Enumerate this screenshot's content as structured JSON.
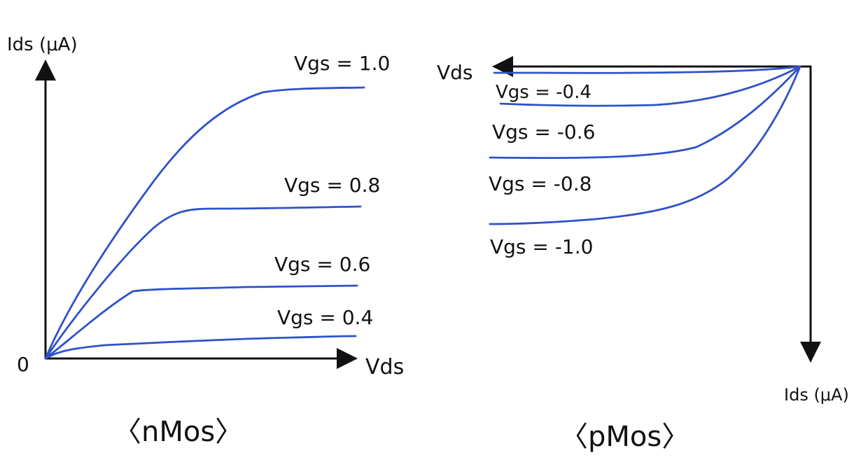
{
  "chart_data": [
    {
      "type": "line",
      "title": "〈nMos〉",
      "xlabel": "Vds",
      "ylabel": "Ids (μA)",
      "origin_label": "0",
      "grid": false,
      "series_color": "#2f52c9",
      "series": [
        {
          "name": "Vgs = 1.0",
          "x": [
            0,
            0.1,
            0.2,
            0.3,
            0.4,
            0.5,
            0.6,
            0.7,
            0.8,
            0.9,
            1.0
          ],
          "values": [
            0,
            0.22,
            0.43,
            0.62,
            0.78,
            0.9,
            0.93,
            0.93,
            0.93,
            0.93,
            0.93
          ]
        },
        {
          "name": "Vgs = 0.8",
          "x": [
            0,
            0.1,
            0.2,
            0.3,
            0.4,
            0.5,
            0.6,
            0.7,
            0.8,
            0.9,
            1.0
          ],
          "values": [
            0,
            0.18,
            0.34,
            0.46,
            0.51,
            0.52,
            0.52,
            0.52,
            0.52,
            0.52,
            0.52
          ]
        },
        {
          "name": "Vgs = 0.6",
          "x": [
            0,
            0.1,
            0.2,
            0.3,
            0.4,
            0.5,
            0.6,
            0.7,
            0.8,
            0.9,
            1.0
          ],
          "values": [
            0,
            0.1,
            0.19,
            0.24,
            0.25,
            0.25,
            0.26,
            0.26,
            0.26,
            0.26,
            0.26
          ]
        },
        {
          "name": "Vgs = 0.4",
          "x": [
            0,
            0.1,
            0.2,
            0.3,
            0.4,
            0.5,
            0.6,
            0.7,
            0.8,
            0.9,
            1.0
          ],
          "values": [
            0,
            0.04,
            0.05,
            0.055,
            0.06,
            0.065,
            0.067,
            0.069,
            0.071,
            0.072,
            0.073
          ]
        }
      ]
    },
    {
      "type": "line",
      "title": "〈pMos〉",
      "xlabel": "Vds",
      "ylabel": "Ids (μA)",
      "grid": false,
      "series_color": "#2f52c9",
      "series": [
        {
          "name": "Vgs = -0.4",
          "x": [
            0,
            -0.1,
            -0.2,
            -0.3,
            -0.4,
            -0.5,
            -0.6,
            -0.7,
            -0.8,
            -0.9,
            -1.0
          ],
          "values": [
            0,
            -0.05,
            -0.1,
            -0.13,
            -0.135,
            -0.135,
            -0.137,
            -0.137,
            -0.137,
            -0.137,
            -0.137
          ]
        },
        {
          "name": "Vgs = -0.6",
          "x": [
            0,
            -0.1,
            -0.2,
            -0.3,
            -0.4,
            -0.5,
            -0.6,
            -0.7,
            -0.8,
            -0.9,
            -1.0
          ],
          "values": [
            0,
            -0.1,
            -0.19,
            -0.28,
            -0.35,
            -0.39,
            -0.4,
            -0.4,
            -0.4,
            -0.4,
            -0.4
          ]
        },
        {
          "name": "Vgs = -0.8",
          "x": [
            0,
            -0.1,
            -0.2,
            -0.3,
            -0.4,
            -0.5,
            -0.6,
            -0.7,
            -0.8,
            -0.9,
            -1.0
          ],
          "values": [
            0,
            -0.14,
            -0.29,
            -0.44,
            -0.55,
            -0.61,
            -0.63,
            -0.63,
            -0.64,
            -0.64,
            -0.64
          ]
        },
        {
          "name": "Vgs = -1.0",
          "x": [
            0,
            -0.1,
            -0.2,
            -0.3,
            -0.4,
            -0.5,
            -0.6,
            -0.7,
            -0.8,
            -0.9,
            -1.0
          ],
          "values": [
            0,
            -0.1,
            -0.25,
            -0.43,
            -0.64,
            -0.77,
            -0.83,
            -0.86,
            -0.87,
            -0.88,
            -0.88
          ]
        }
      ]
    }
  ]
}
